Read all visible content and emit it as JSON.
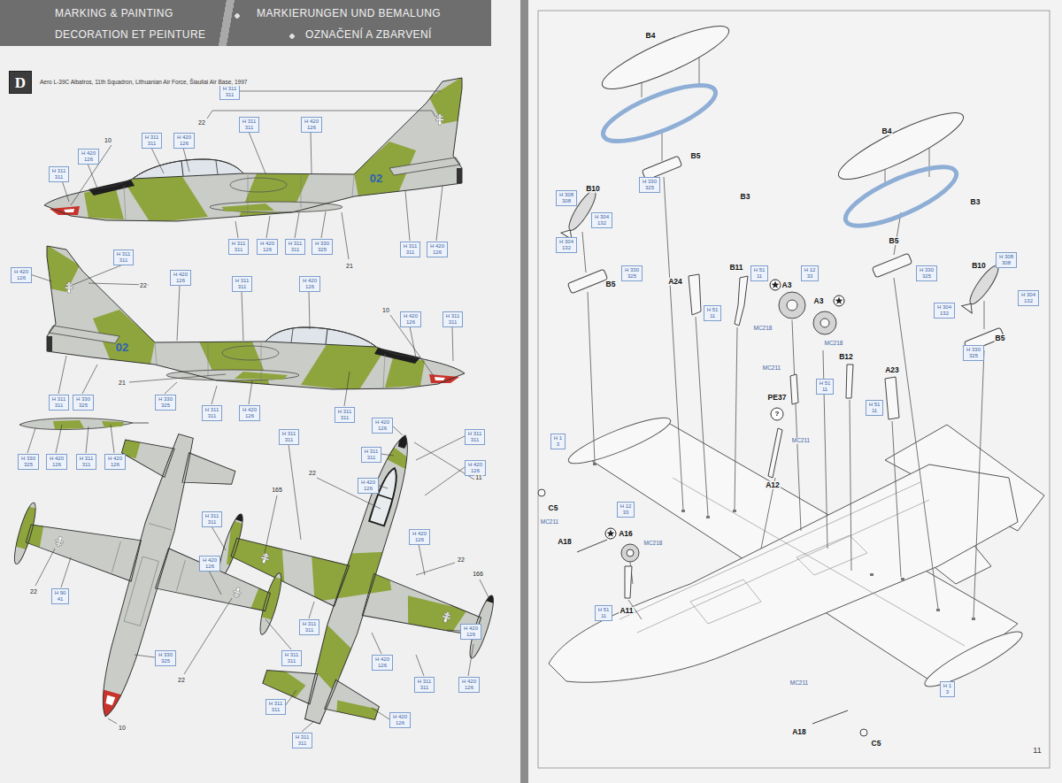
{
  "diagram": {
    "nodes": [
      {
        "text": [
          "MARKING & PAINTING",
          "MARKIERUNGEN UND BEMALUNG",
          "DECORATION ET PEINTURE",
          "OZNAČENÍ A ZBARVENÍ"
        ]
      },
      {
        "text": [
          "D"
        ]
      },
      {
        "text": [
          "H 311",
          "311"
        ]
      },
      {
        "text": [
          "H 311",
          "311"
        ]
      },
      {
        "text": [
          "H 420",
          "126"
        ]
      },
      {
        "text": [
          "H 420",
          "126"
        ]
      },
      {
        "text": [
          "H 311",
          "311"
        ]
      },
      {
        "text": [
          "H 311",
          "311"
        ]
      },
      {
        "text": [
          "H 420",
          "126"
        ]
      },
      {
        "text": [
          "H 311",
          "311"
        ]
      },
      {
        "text": [
          "H 420",
          "126"
        ]
      },
      {
        "text": [
          "H 311",
          "311"
        ]
      },
      {
        "text": [
          "H 330",
          "325"
        ]
      },
      {
        "text": [
          "H 311",
          "311"
        ]
      },
      {
        "text": [
          "H 420",
          "126"
        ]
      },
      {
        "text": [
          "H 311",
          "311"
        ]
      },
      {
        "text": [
          "H 420",
          "126"
        ]
      },
      {
        "text": [
          "H 420",
          "126"
        ]
      },
      {
        "text": [
          "H 311",
          "311"
        ]
      },
      {
        "text": [
          "H 420",
          "126"
        ]
      },
      {
        "text": [
          "H 420",
          "126"
        ]
      },
      {
        "text": [
          "H 311",
          "311"
        ]
      },
      {
        "text": [
          "H 311",
          "311"
        ]
      },
      {
        "text": [
          "H 330",
          "325"
        ]
      },
      {
        "text": [
          "H 330",
          "325"
        ]
      },
      {
        "text": [
          "H 311",
          "311"
        ]
      },
      {
        "text": [
          "H 420",
          "126"
        ]
      },
      {
        "text": [
          "H 311",
          "311"
        ]
      },
      {
        "text": [
          "H 330",
          "325"
        ]
      },
      {
        "text": [
          "H 420",
          "126"
        ]
      },
      {
        "text": [
          "H 311",
          "311"
        ]
      },
      {
        "text": [
          "H 420",
          "126"
        ]
      },
      {
        "text": [
          "H 311",
          "311"
        ]
      },
      {
        "text": [
          "H 311",
          "311"
        ]
      },
      {
        "text": [
          "H 420",
          "126"
        ]
      },
      {
        "text": [
          "H 311",
          "311"
        ]
      },
      {
        "text": [
          "H 420",
          "126"
        ]
      },
      {
        "text": [
          "H 420",
          "126"
        ]
      },
      {
        "text": [
          "H 420",
          "126"
        ]
      },
      {
        "text": [
          "H 311",
          "311"
        ]
      },
      {
        "text": [
          "H 420",
          "126"
        ]
      },
      {
        "text": [
          "H 90",
          "41"
        ]
      },
      {
        "text": [
          "H 330",
          "325"
        ]
      },
      {
        "text": [
          "H 311",
          "311"
        ]
      },
      {
        "text": [
          "H 311",
          "311"
        ]
      },
      {
        "text": [
          "H 420",
          "126"
        ]
      },
      {
        "text": [
          "H 420",
          "126"
        ]
      },
      {
        "text": [
          "H 311",
          "311"
        ]
      },
      {
        "text": [
          "H 420",
          "126"
        ]
      },
      {
        "text": [
          "H 420",
          "126"
        ]
      },
      {
        "text": [
          "H 311",
          "311"
        ]
      },
      {
        "text": [
          "H 311",
          "311"
        ]
      },
      {
        "text": [
          "H 308",
          "308"
        ]
      },
      {
        "text": [
          "H 304",
          "132"
        ]
      },
      {
        "text": [
          "H 330",
          "325"
        ]
      },
      {
        "text": [
          "H 304",
          "132"
        ]
      },
      {
        "text": [
          "H 330",
          "325"
        ]
      },
      {
        "text": [
          "H 12",
          "33"
        ]
      },
      {
        "text": [
          "H 51",
          "11"
        ]
      },
      {
        "text": [
          "H 51",
          "11"
        ]
      },
      {
        "text": [
          "H 330",
          "325"
        ]
      },
      {
        "text": [
          "H 308",
          "308"
        ]
      },
      {
        "text": [
          "H 304",
          "132"
        ]
      },
      {
        "text": [
          "H 304",
          "132"
        ]
      },
      {
        "text": [
          "H 330",
          "325"
        ]
      },
      {
        "text": [
          "H 51",
          "11"
        ]
      },
      {
        "text": [
          "H 51",
          "11"
        ]
      },
      {
        "text": [
          "H 1",
          "3"
        ]
      },
      {
        "text": [
          "H 12",
          "33"
        ]
      },
      {
        "text": [
          "H 51",
          "11"
        ]
      },
      {
        "text": [
          "H 1",
          "3"
        ]
      }
    ],
    "labels": [
      "Aero L-39C Albatros, 11th Squadron, Lithuanian Air Force, Šiauliai Air Base, 1997",
      "22",
      "10",
      "02",
      "21",
      "22",
      "10",
      "02",
      "21",
      "165",
      "22",
      "11",
      "22",
      "22",
      "166",
      "22",
      "10",
      "B4",
      "B3",
      "B5",
      "B10",
      "B5",
      "A24",
      "B11",
      "A3",
      "A3",
      "MC218",
      "MC218",
      "B4",
      "B3",
      "B5",
      "B10",
      "B5",
      "B12",
      "A23",
      "MC211",
      "PE37",
      "?",
      "MC211",
      "A12",
      "C5",
      "MC211",
      "A18",
      "A16",
      "MC218",
      "A11",
      "MC211",
      "A18",
      "C5",
      "11"
    ]
  }
}
